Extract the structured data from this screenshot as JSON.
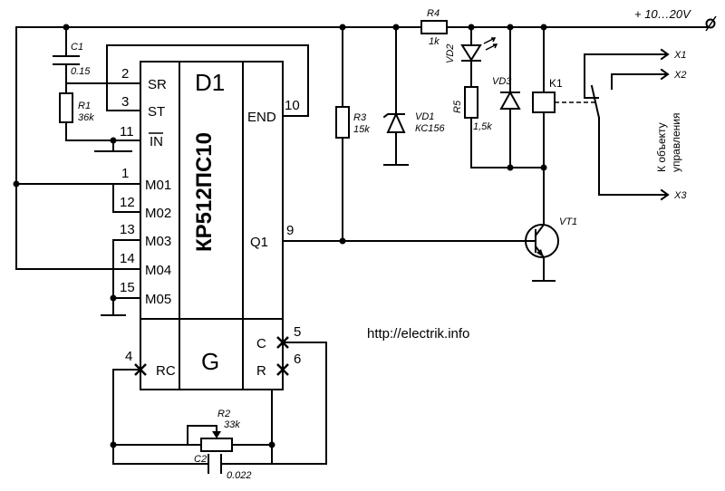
{
  "chip": {
    "ref": "D1",
    "part": "КР512ПС10",
    "gen": "G",
    "pins_left": [
      {
        "num": "2",
        "name": "SR"
      },
      {
        "num": "3",
        "name": "ST"
      },
      {
        "num": "11",
        "name": "IN"
      },
      {
        "num": "1",
        "name": "M01"
      },
      {
        "num": "12",
        "name": "M02"
      },
      {
        "num": "13",
        "name": "M03"
      },
      {
        "num": "14",
        "name": "M04"
      },
      {
        "num": "15",
        "name": "M05"
      },
      {
        "num": "4",
        "name": "RC"
      }
    ],
    "pins_right": [
      {
        "num": "10",
        "name": "END"
      },
      {
        "num": "9",
        "name": "Q1"
      },
      {
        "num": "5",
        "name": "C"
      },
      {
        "num": "6",
        "name": "R"
      }
    ]
  },
  "components": {
    "c1": {
      "ref": "C1",
      "value": "0.15"
    },
    "r1": {
      "ref": "R1",
      "value": "36k"
    },
    "r2": {
      "ref": "R2",
      "value": "33k"
    },
    "c2": {
      "ref": "C2",
      "value": "0.022"
    },
    "r3": {
      "ref": "R3",
      "value": "15k"
    },
    "vd1": {
      "ref": "VD1",
      "value": "КС156"
    },
    "r4": {
      "ref": "R4",
      "value": "1k"
    },
    "vd2": {
      "ref": "VD2"
    },
    "r5": {
      "ref": "R5",
      "value": "1,5k"
    },
    "vd3": {
      "ref": "VD3"
    },
    "k1": {
      "ref": "K1"
    },
    "vt1": {
      "ref": "VT1"
    }
  },
  "supply": "+ 10…20V",
  "outputs": [
    "X1",
    "X2",
    "X3"
  ],
  "load_label_line1": "К объекту",
  "load_label_line2": "управления",
  "url": "http://electrik.info"
}
